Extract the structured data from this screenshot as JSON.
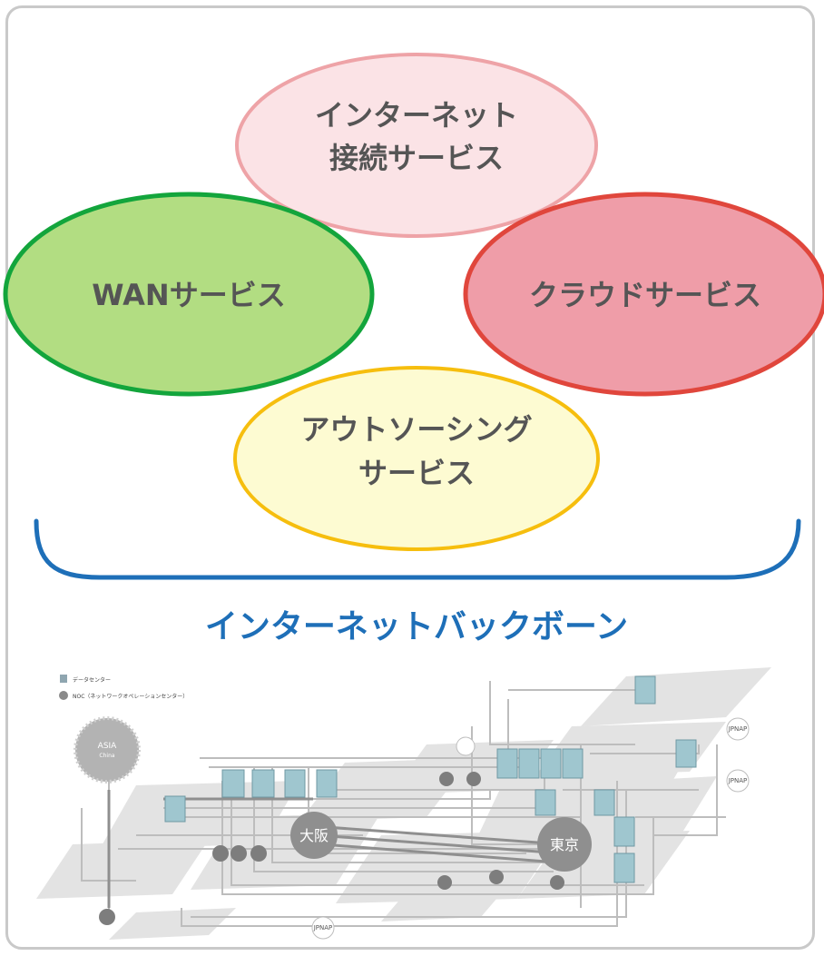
{
  "services": {
    "internet": {
      "line1": "インターネット",
      "line2": "接続サービス",
      "fill": "#fbe3e6",
      "stroke": "#eea3a7"
    },
    "wan": {
      "label": "WANサービス",
      "fill": "#b2dd82",
      "stroke": "#13a53c"
    },
    "cloud": {
      "label": "クラウドサービス",
      "fill": "#ef9da8",
      "stroke": "#e0463c"
    },
    "outsourcing": {
      "line1": "アウトソーシング",
      "line2": "サービス",
      "fill": "#fdfbd2",
      "stroke": "#f6be0e"
    }
  },
  "backbone": {
    "title": "インターネットバックボーン",
    "brace_color": "#1e6fb8"
  },
  "network_map": {
    "legend": {
      "datacenter": "データセンター",
      "noc": "NOC（ネットワークオペレーションセンター）"
    },
    "asia": {
      "line1": "ASIA",
      "line2": "China"
    },
    "hubs": {
      "osaka": "大阪",
      "tokyo": "東京"
    },
    "ix": [
      "JPNAP",
      "JPNAP",
      "JPNAP"
    ]
  }
}
